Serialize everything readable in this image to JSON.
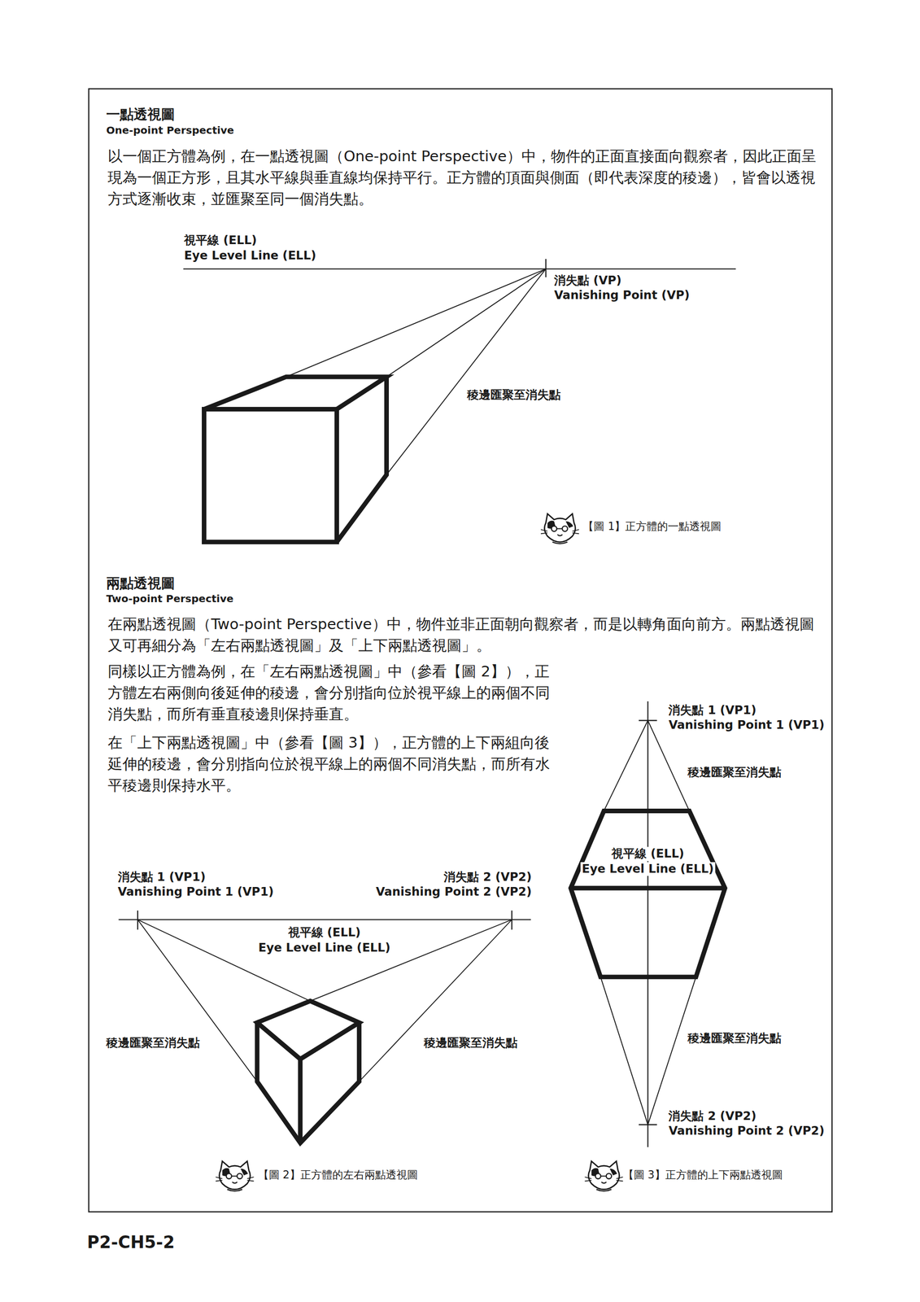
{
  "diagram": {
    "labels": [
      "一點透視圖",
      "One-point Perspective",
      "以一個正方體為例，在一點透視圖（One-point Perspective）中，物件的正面直接面向觀察者，因此正面呈現為一個正方形，且其水平線與垂直線均保持平行。正方體的頂面與側面（即代表深度的稜邊），皆會以透視方式逐漸收束，並匯聚至同一個消失點。",
      "視平線 (ELL)",
      "Eye Level Line (ELL)",
      "消失點 (VP)",
      "Vanishing Point  (VP)",
      "稜邊匯聚至消失點",
      "【圖 1】正方體的一點透視圖",
      "兩點透視圖",
      "Two-point Perspective",
      "在兩點透視圖（Two-point Perspective）中，物件並非正面朝向觀察者，而是以轉角面向前方。兩點透視圖又可再細分為「左右兩點透視圖」及「上下兩點透視圖」。",
      "同樣以正方體為例，在「左右兩點透視圖」中（參看【圖 2】），正方體左右兩側向後延伸的稜邊，會分別指向位於視平線上的兩個不同消失點，而所有垂直稜邊則保持垂直。",
      "在「上下兩點透視圖」中（參看【圖 3】），正方體的上下兩組向後延伸的稜邊，會分別指向位於視平線上的兩個不同消失點，而所有水平稜邊則保持水平。",
      "消失點 1 (VP1)",
      "Vanishing Point 1 (VP1)",
      "稜邊匯聚至消失點",
      "視平線 (ELL)",
      "Eye Level Line (ELL)",
      "消失點 1 (VP1)",
      "Vanishing Point 1 (VP1)",
      "消失點 2 (VP2)",
      "Vanishing Point 2 (VP2)",
      "視平線 (ELL)",
      "Eye Level Line (ELL)",
      "稜邊匯聚至消失點",
      "稜邊匯聚至消失點",
      "稜邊匯聚至消失點",
      "消失點 2 (VP2)",
      "Vanishing Point 2 (VP2)",
      "【圖 2】正方體的左右兩點透視圖",
      "【圖 3】正方體的上下兩點透視圖",
      "P2-CH5-2"
    ]
  }
}
